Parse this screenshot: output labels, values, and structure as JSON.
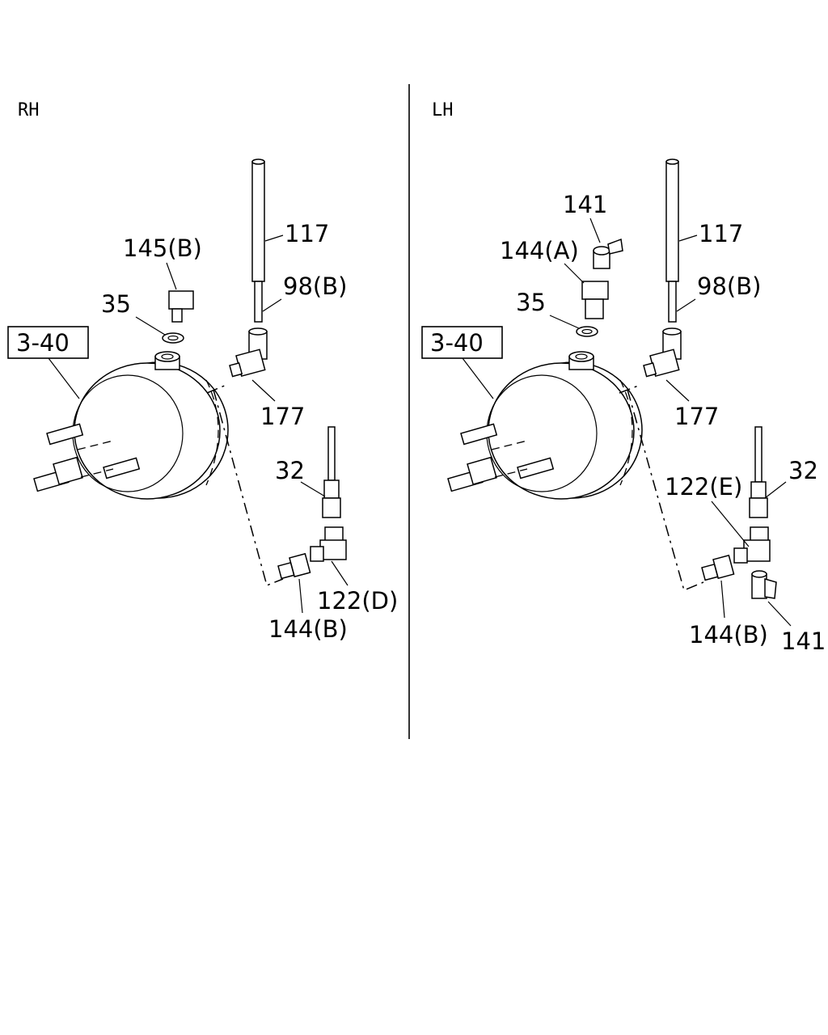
{
  "rh": {
    "side_label": "RH",
    "labels": {
      "ref": "3-40",
      "l145b": "145(B)",
      "l35": "35",
      "l117": "117",
      "l98b": "98(B)",
      "l177": "177",
      "l32": "32",
      "l122d": "122(D)",
      "l144b": "144(B)"
    }
  },
  "lh": {
    "side_label": "LH",
    "labels": {
      "ref": "3-40",
      "l141top": "141",
      "l144a": "144(A)",
      "l35": "35",
      "l117": "117",
      "l98b": "98(B)",
      "l177": "177",
      "l32": "32",
      "l122e": "122(E)",
      "l144b": "144(B)",
      "l141bot": "141"
    }
  }
}
